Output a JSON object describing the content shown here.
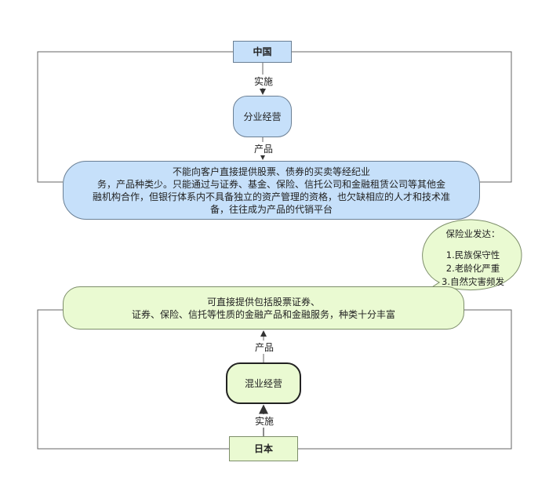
{
  "china": {
    "country": "中国",
    "implement_label": "实施",
    "model": "分业经营",
    "product_label": "产品",
    "description": [
      "不能向客户直接提供股票、债券的买卖等经纪业",
      "务，产品种类少。只能通过与证券、基金、保险、信托公司和金融租赁公司等其他金",
      "融机构合作，但银行体系内不具备独立的资产管理的资格，也欠缺相应的人才和技术准",
      "备，往往成为产品的代销平台"
    ]
  },
  "callout": {
    "title": "保险业发达：",
    "items": [
      "1.民族保守性",
      "2.老龄化严重",
      "3.自然灾害频发"
    ]
  },
  "japan": {
    "country": "日本",
    "implement_label": "实施",
    "model": "混业经营",
    "product_label": "产品",
    "description": [
      "可直接提供包括股票证券、",
      "证券、保险、信托等性质的金融产品和金融服务，种类十分丰富"
    ]
  },
  "colors": {
    "blue": "#c6e0fa",
    "green": "#eafad2",
    "line": "#555555"
  }
}
